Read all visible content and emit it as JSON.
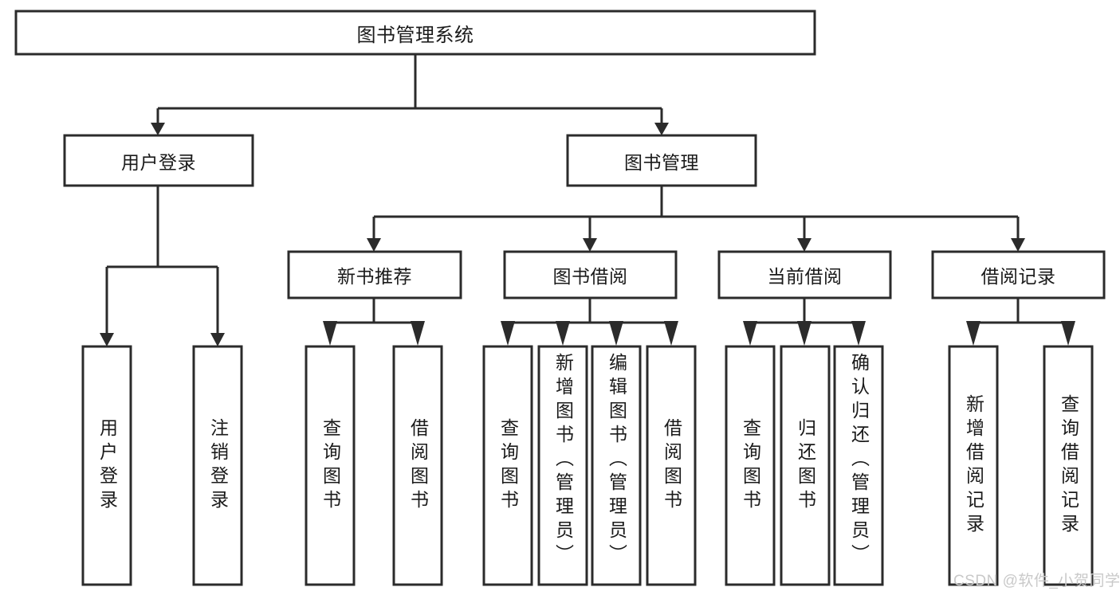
{
  "diagram": {
    "title": "图书管理系统",
    "type": "hierarchy-tree",
    "watermark": "CSDN @软件_小贺同学",
    "colors": {
      "stroke": "#2b2b2b",
      "fill": "#ffffff",
      "text": "#1a1a1a",
      "watermark": "#c9c9c9"
    },
    "levels": {
      "root": {
        "label": "图书管理系统"
      },
      "level2": [
        {
          "label": "用户登录"
        },
        {
          "label": "图书管理"
        }
      ],
      "level3": [
        {
          "label": "新书推荐"
        },
        {
          "label": "图书借阅"
        },
        {
          "label": "当前借阅"
        },
        {
          "label": "借阅记录"
        }
      ],
      "leaves": {
        "user_login": [
          {
            "label": "用户登录"
          },
          {
            "label": "注销登录"
          }
        ],
        "new_book_recommend": [
          {
            "label": "查询图书"
          },
          {
            "label": "借阅图书"
          }
        ],
        "book_borrow": [
          {
            "label": "查询图书"
          },
          {
            "label": "新增图书（管理员）"
          },
          {
            "label": "编辑图书（管理员）"
          },
          {
            "label": "借阅图书"
          }
        ],
        "current_borrow": [
          {
            "label": "查询图书"
          },
          {
            "label": "归还图书"
          },
          {
            "label": "确认归还（管理员）"
          }
        ],
        "borrow_record": [
          {
            "label": "新增借阅记录"
          },
          {
            "label": "查询借阅记录"
          }
        ]
      }
    }
  }
}
